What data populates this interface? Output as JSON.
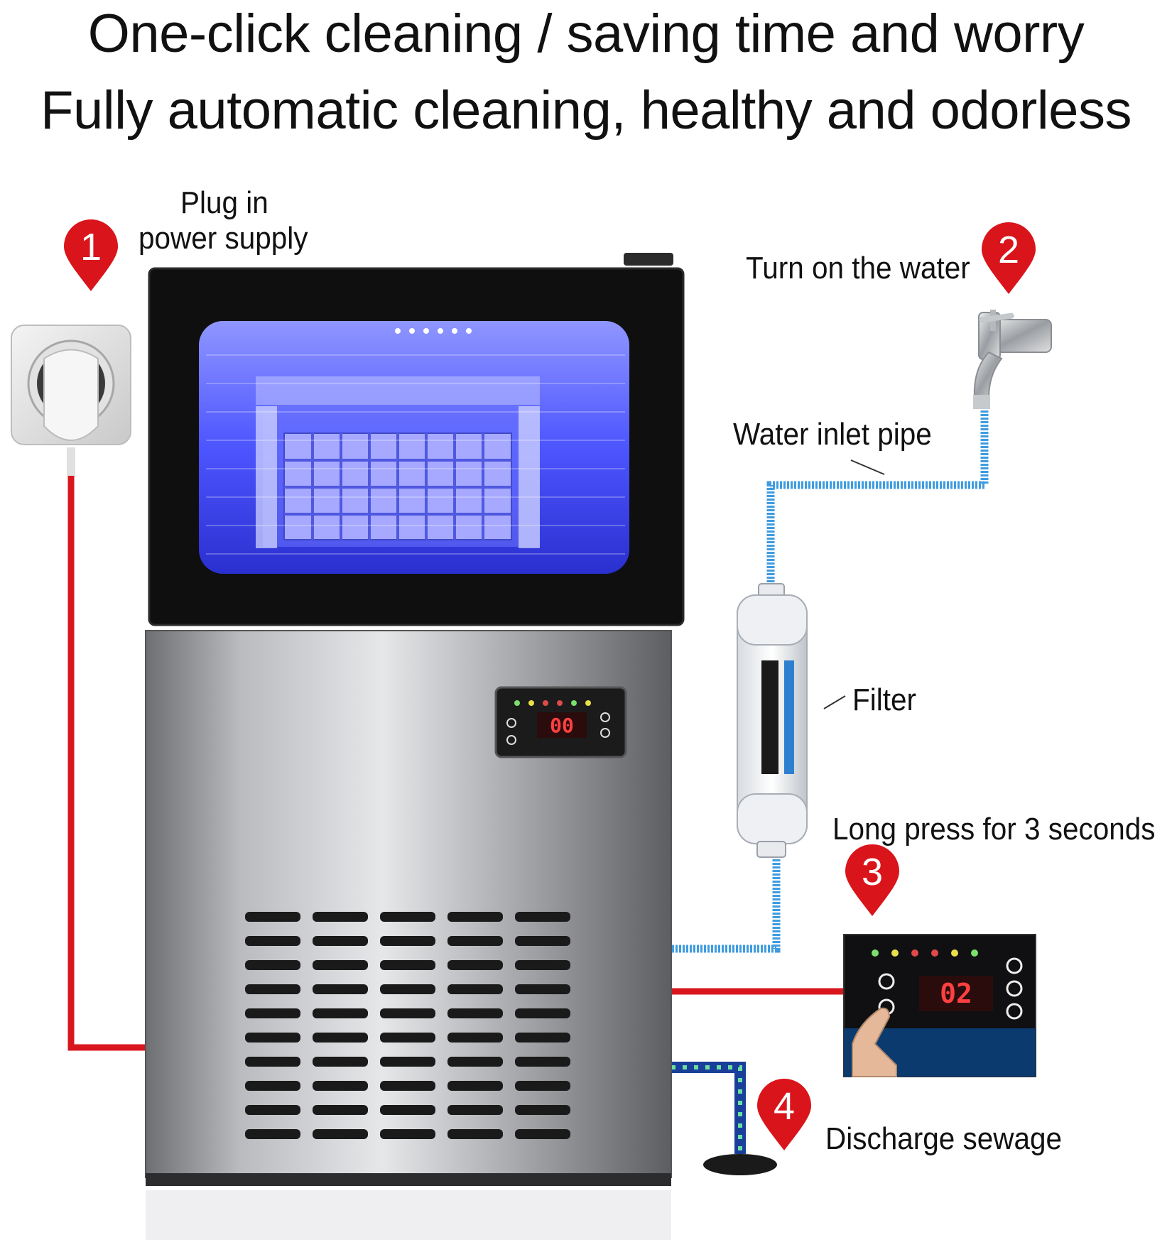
{
  "headline": {
    "line1": "One-click cleaning / saving time and worry",
    "line2": "Fully automatic cleaning, healthy and odorless"
  },
  "steps": [
    {
      "number": "1",
      "label_line1": "Plug in",
      "label_line2": "power supply"
    },
    {
      "number": "2",
      "label": "Turn on the water"
    },
    {
      "number": "3",
      "label": "Long press for 3 seconds"
    },
    {
      "number": "4",
      "label": "Discharge sewage"
    }
  ],
  "parts": {
    "water_inlet_pipe": "Water inlet pipe",
    "filter": "Filter"
  },
  "display": {
    "main_readout": "00",
    "zoom_readout": "02"
  },
  "colors": {
    "marker_red": "#d9141b",
    "power_cord": "#d8161e",
    "water_pipe": "#3f9ce0",
    "ice_light": "#4d55ff"
  }
}
